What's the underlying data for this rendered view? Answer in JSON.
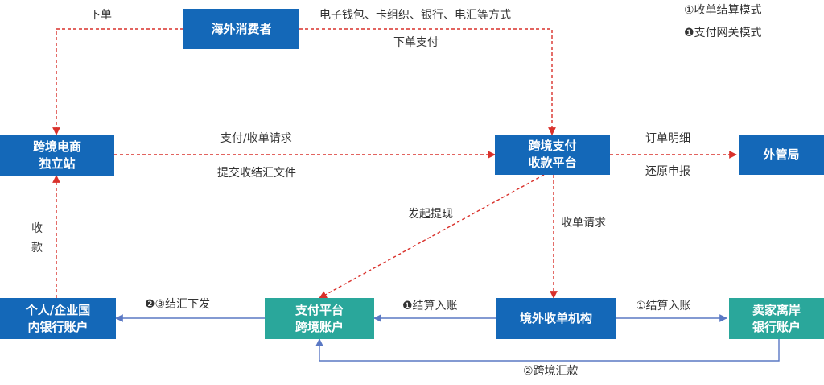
{
  "legend": {
    "mode1": "①收单结算模式",
    "mode2": "❶支付网关模式"
  },
  "nodes": {
    "consumer": "海外消费者",
    "ecommerce": "跨境电商\n独立站",
    "platform": "跨境支付\n收款平台",
    "safe": "外管局",
    "domestic_account": "个人/企业国\n内银行账户",
    "payment_account": "支付平台\n跨境账户",
    "acquirer": "境外收单机构",
    "seller_account": "卖家离岸\n银行账户"
  },
  "edges": {
    "place_order": "下单",
    "payment_methods": "电子钱包、卡组织、银行、电汇等方式",
    "order_pay": "下单支付",
    "pay_request": "支付/收单请求",
    "submit_docs": "提交收结汇文件",
    "order_detail": "订单明细",
    "restore_report": "还原申报",
    "withdraw": "发起提现",
    "acquiring_request": "收单请求",
    "receive": "收\n款",
    "fx_issue": "❷③结汇下发",
    "settle_gateway": "❶结算入账",
    "settle_acquiring": "①结算入账",
    "cross_remit": "②跨境汇款"
  },
  "colors": {
    "node_blue": "#1468b8",
    "node_teal": "#2aa79b",
    "edge_red": "#d9312b",
    "edge_blue": "#5a78c4",
    "text": "#333333"
  }
}
